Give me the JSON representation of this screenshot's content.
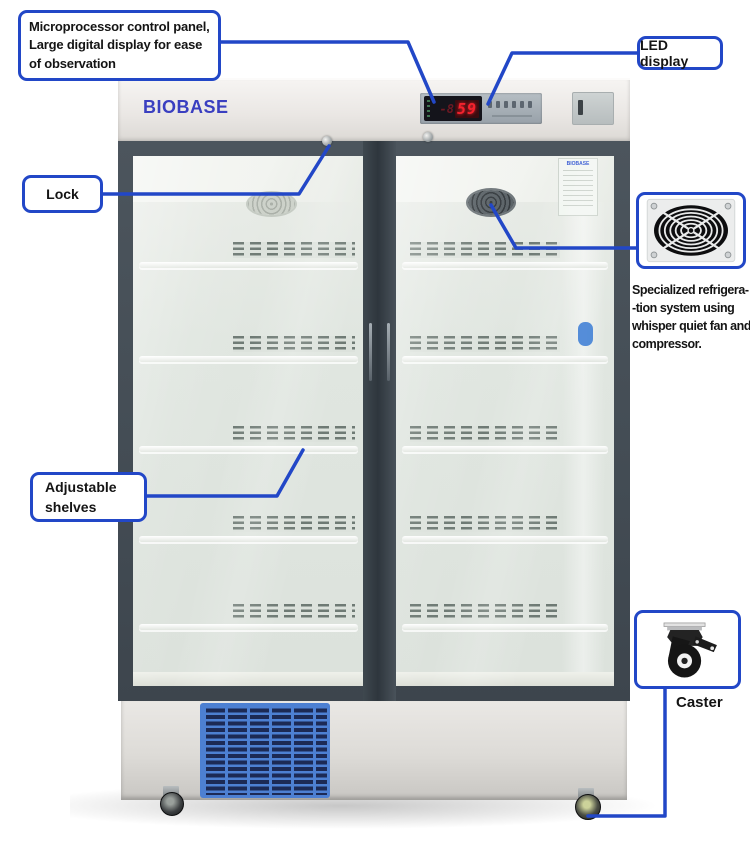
{
  "brand": {
    "logo": "BIOBASE",
    "door_sticker": "BIOBASE"
  },
  "control_panel": {
    "display_dim": "-8",
    "display_value": "59"
  },
  "callouts": {
    "microprocessor": {
      "lines": [
        "Microprocessor control panel,",
        "Large digital display for ease",
        "of observation"
      ]
    },
    "led_display": {
      "label": "LED display"
    },
    "lock": {
      "label": "Lock"
    },
    "adjustable_shelves": {
      "lines": [
        "Adjustable",
        "shelves"
      ]
    },
    "refrigeration": {
      "lines": [
        "Specialized refrigera-",
        "-tion system using",
        "whisper quiet fan and",
        "compressor."
      ]
    },
    "caster": {
      "label": "Caster"
    }
  },
  "icons": {
    "fan": "fan-grille-icon",
    "caster": "caster-wheel-icon"
  },
  "colors": {
    "callout_border": "#2247c7",
    "connector_line": "#2247c7",
    "logo_blue": "#3a3fc0",
    "led_red": "#f5222d",
    "grille_blue": "#4d80d2",
    "door_frame": "#49525a"
  }
}
